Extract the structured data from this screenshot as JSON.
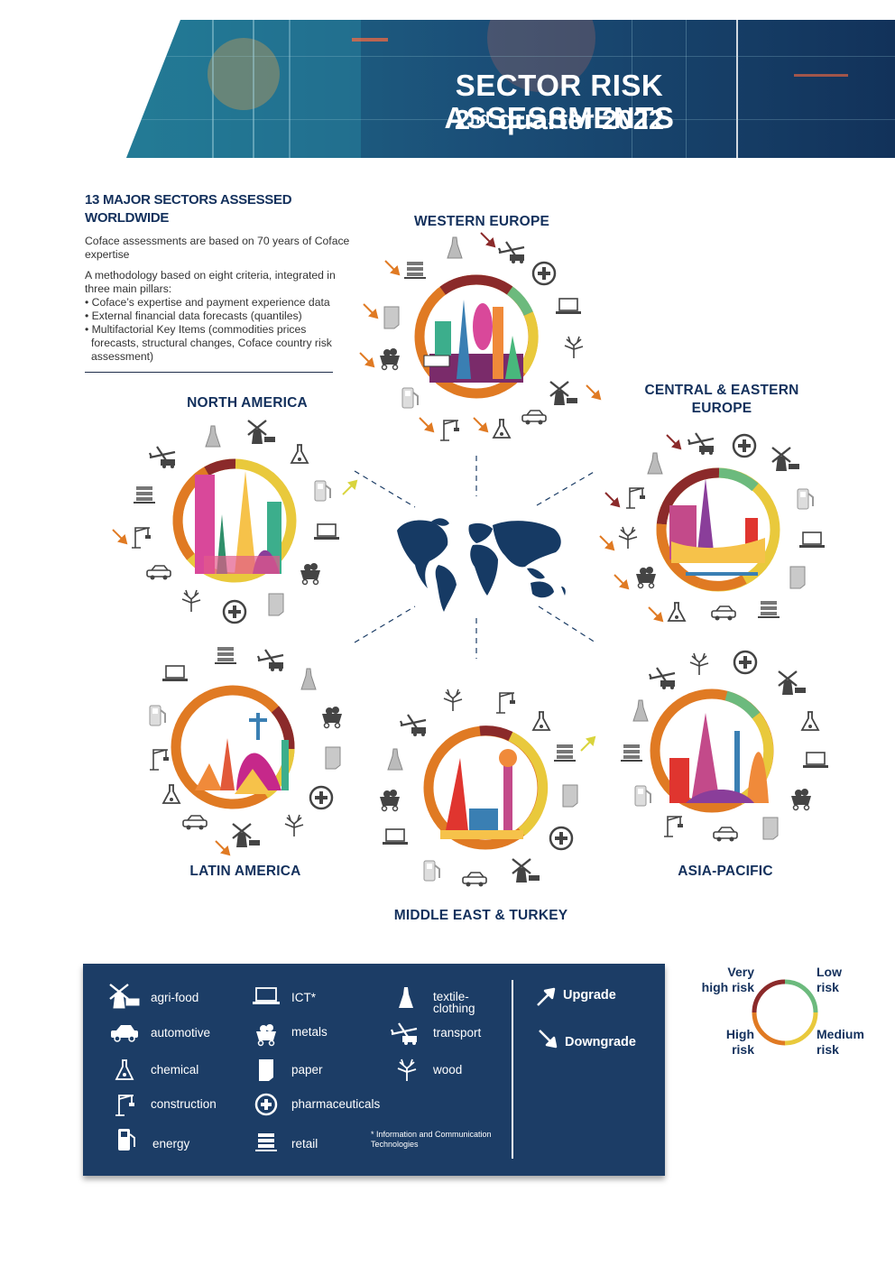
{
  "banner": {
    "title": "SECTOR RISK ASSESSMENTS",
    "quarter_num": "2",
    "quarter_sup": "nd",
    "quarter_rest": " quarter 2022"
  },
  "intro": {
    "heading": "13 MAJOR SECTORS ASSESSED WORLDWIDE",
    "p1": "Coface assessments are based on 70 years of Coface expertise",
    "p2": "A methodology based on eight criteria, integrated in three main pillars:",
    "bullets": [
      "• Coface’s expertise and payment experience data",
      "• External financial data forecasts (quantiles)",
      "• Multifactorial Key Items (commodities prices forecasts, structural changes, Coface country risk assessment)"
    ]
  },
  "regions": {
    "western_europe": "WESTERN EUROPE",
    "north_america": "NORTH AMERICA",
    "cee_line1": "CENTRAL & EASTERN",
    "cee_line2": "EUROPE",
    "latin_america": "LATIN AMERICA",
    "middle_east": "MIDDLE EAST & TURKEY",
    "asia_pacific": "ASIA-PACIFIC"
  },
  "colors": {
    "very_high": "#8b2a2a",
    "high": "#e07a23",
    "medium": "#e9c93c",
    "low": "#6cba7d",
    "upgrade": "#d9d43c",
    "downgrade": "#e07a23",
    "navy": "#1c3d66"
  },
  "legend": {
    "agri_food": "agri-food",
    "automotive": "automotive",
    "chemical": "chemical",
    "construction": "construction",
    "energy": "energy",
    "ict": "ICT*",
    "metals": "metals",
    "paper": "paper",
    "pharmaceuticals": "pharmaceuticals",
    "retail": "retail",
    "textile_1": "textile-",
    "textile_2": "clothing",
    "transport": "transport",
    "wood": "wood",
    "note_1": "* Information and Communication",
    "note_2": "Technologies",
    "upgrade": "Upgrade",
    "downgrade": "Downgrade"
  },
  "risk_scale": {
    "very_high_1": "Very",
    "very_high_2": "high risk",
    "low_1": "Low",
    "low_2": "risk",
    "high_1": "High",
    "high_2": "risk",
    "medium_1": "Medium",
    "medium_2": "risk"
  }
}
